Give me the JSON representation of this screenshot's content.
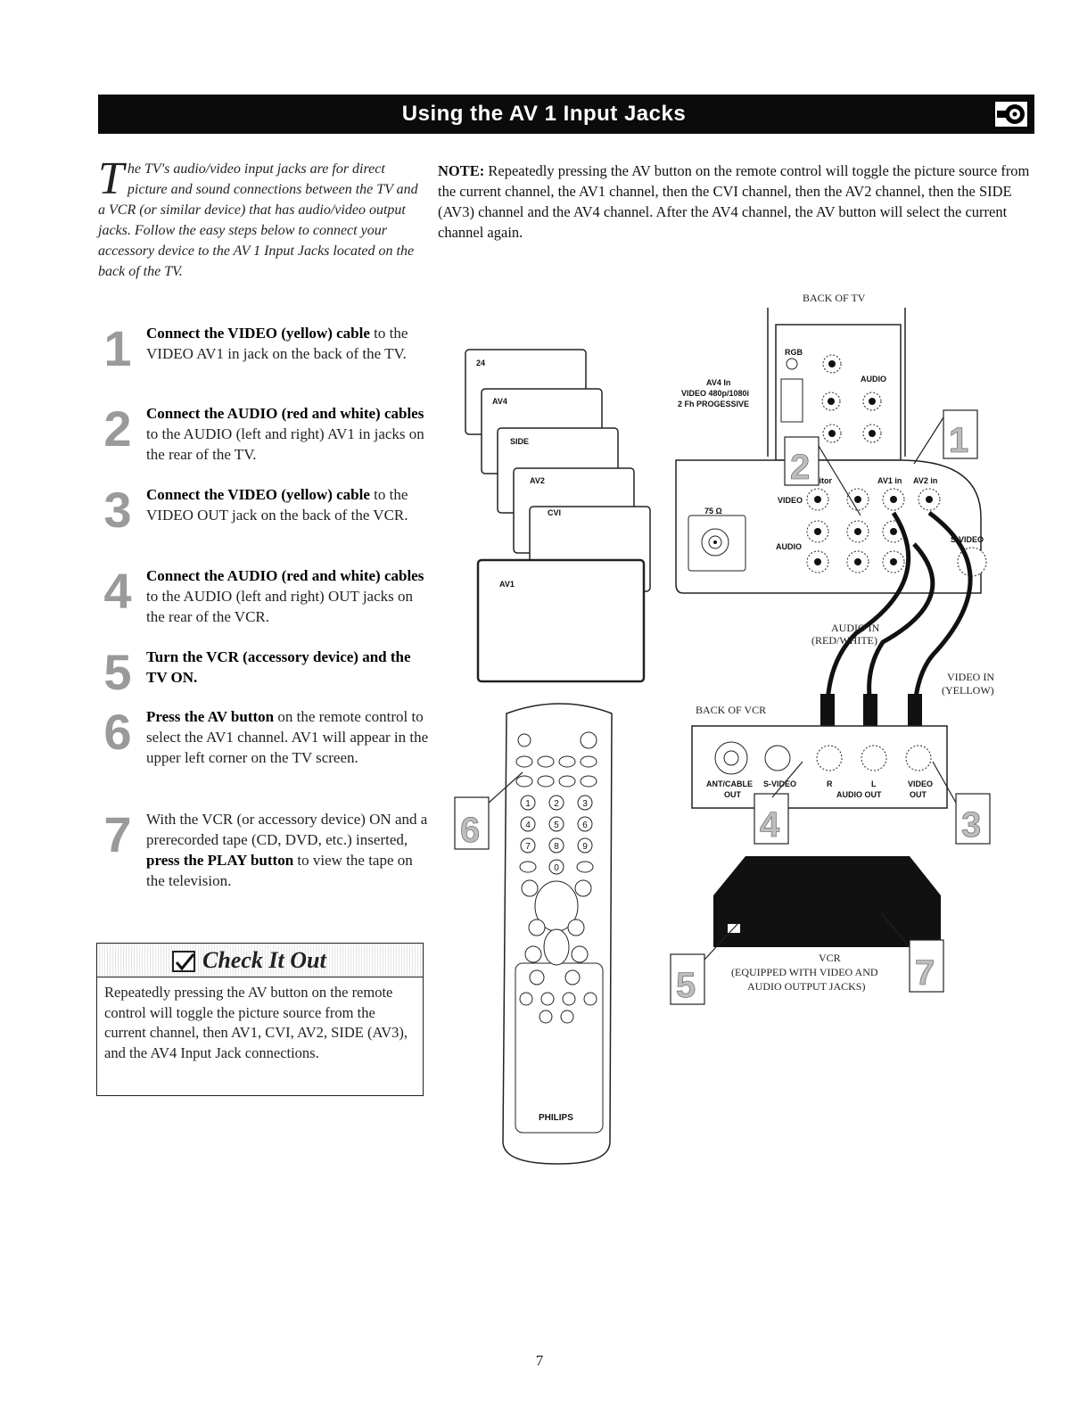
{
  "header": {
    "title": "Using the AV 1 Input Jacks"
  },
  "intro": {
    "dropcap": "T",
    "text": "he TV's audio/video input jacks are for direct picture and sound connections between the TV and a VCR (or similar device) that has audio/video output jacks. Follow the easy steps below to connect your accessory device to the AV 1 Input Jacks located on the back of the TV."
  },
  "note": {
    "label": "NOTE:",
    "text": " Repeatedly pressing the AV button on the remote control will toggle the picture source from the current channel, the AV1 channel, then the CVI channel, then the AV2 channel, then the SIDE (AV3) channel and the AV4 channel. After the AV4 channel, the AV button will select the current channel again."
  },
  "steps": [
    {
      "num": "1",
      "bold": "Connect the VIDEO (yellow) cable",
      "text": " to the VIDEO AV1 in jack on the back of the TV."
    },
    {
      "num": "2",
      "bold": "Connect the AUDIO (red and white) cables",
      "text": " to the AUDIO (left and right) AV1 in jacks on the rear of the TV."
    },
    {
      "num": "3",
      "bold": "Connect the VIDEO (yellow) cable",
      "text": " to the VIDEO OUT jack on the back of the VCR."
    },
    {
      "num": "4",
      "bold": "Connect the AUDIO (red and white) cables",
      "text": " to the AUDIO (left and right) OUT jacks on the rear of the VCR."
    },
    {
      "num": "5",
      "bold": "Turn the VCR (accessory device) and the TV ON.",
      "text": ""
    },
    {
      "num": "6",
      "bold": "Press the AV button",
      "text": " on the remote control to select the AV1 channel. AV1 will appear in the upper left corner on the TV screen."
    },
    {
      "num": "7",
      "pre": "With the VCR (or accessory device) ON and a prerecorded tape (CD, DVD, etc.) inserted, ",
      "bold": "press the PLAY button",
      "text": " to view the tape on the television."
    }
  ],
  "check_it_out": {
    "title": "Check It Out",
    "text": "Repeatedly pressing the AV button on the remote control will toggle the picture source from the current channel, then AV1, CVI, AV2, SIDE (AV3), and the AV4 Input Jack connections."
  },
  "diagram": {
    "back_of_tv": "BACK OF TV",
    "back_of_vcr": "BACK OF VCR",
    "screens": [
      "24",
      "AV4",
      "SIDE",
      "AV2",
      "CVI",
      "AV1"
    ],
    "av4_in": "AV4 In",
    "video_480": "VIDEO 480p/1080i",
    "progressive": "2 Fh PROGESSIVE",
    "rgb": "RGB",
    "audio": "AUDIO",
    "monitor": "Monitor",
    "av1_in": "AV1 in",
    "av2_in": "AV2 in",
    "video": "VIDEO",
    "ohm": "75 Ω",
    "audio_jack": "AUDIO",
    "s_video": "S-VIDEO",
    "audio_in": "AUDIO IN",
    "red_white": "(RED/WHITE)",
    "video_in": "VIDEO IN",
    "yellow": "(YELLOW)",
    "ant_cable": "ANT/CABLE",
    "out": "OUT",
    "s_vid": "S-VIDEO",
    "vcr_r": "R",
    "vcr_l": "L",
    "audio_out": "AUDIO OUT",
    "video_out_1": "VIDEO",
    "video_out_2": "OUT",
    "vcr_label_1": "VCR",
    "vcr_label_2": "(EQUIPPED WITH VIDEO AND",
    "vcr_label_3": "AUDIO OUTPUT JACKS)",
    "brand": "PHILIPS",
    "callouts": [
      "1",
      "2",
      "3",
      "4",
      "5",
      "6",
      "7"
    ],
    "keypad": [
      "1",
      "2",
      "3",
      "4",
      "5",
      "6",
      "7",
      "8",
      "9",
      "0"
    ]
  },
  "page_number": "7"
}
